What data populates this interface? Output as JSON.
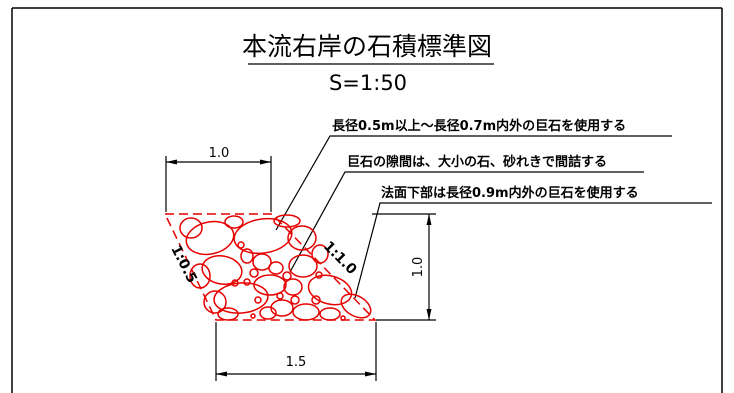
{
  "drawing": {
    "title": "本流右岸の石積標準図",
    "scale": "S=1:50",
    "notes": [
      "長径0.5m以上～長径0.7m内外の巨石を使用する",
      "巨石の隙間は、大小の石、砂れきで間詰する",
      "法面下部は長径0.9m内外の巨石を使用する"
    ],
    "dimensions": {
      "top_width": "1.0",
      "bottom_width": "1.5",
      "height": "1.0"
    },
    "slopes": {
      "left": "1:0.5",
      "right": "1:1.0"
    },
    "colors": {
      "line": "#000000",
      "stone": "#e60000"
    }
  }
}
